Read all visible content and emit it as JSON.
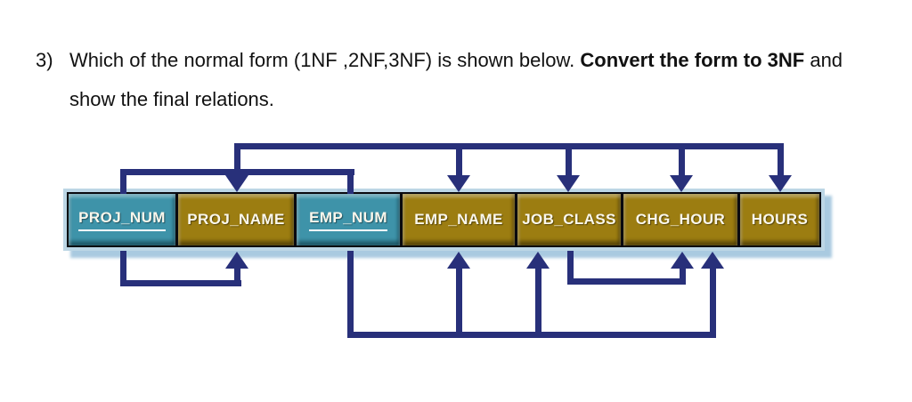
{
  "question": {
    "number": "3)",
    "line1_regular": "Which of the normal form (1NF ,2NF,3NF) is shown below. ",
    "line1_bold": "Convert the form to 3NF",
    "line1_tail": " and",
    "line2": "show the final relations."
  },
  "diagram": {
    "columns": [
      {
        "label": "PROJ_NUM",
        "is_key": true,
        "fill": "teal",
        "underlined": true
      },
      {
        "label": "PROJ_NAME",
        "is_key": false,
        "fill": "gold",
        "underlined": false
      },
      {
        "label": "EMP_NUM",
        "is_key": true,
        "fill": "teal",
        "underlined": true
      },
      {
        "label": "EMP_NAME",
        "is_key": false,
        "fill": "gold",
        "underlined": false
      },
      {
        "label": "JOB_CLASS",
        "is_key": false,
        "fill": "gold",
        "underlined": false
      },
      {
        "label": "CHG_HOUR",
        "is_key": false,
        "fill": "gold",
        "underlined": false
      },
      {
        "label": "HOURS",
        "is_key": false,
        "fill": "gold",
        "underlined": false
      }
    ],
    "dependencies": [
      {
        "from": [
          "PROJ_NUM",
          "EMP_NUM"
        ],
        "to": [
          "PROJ_NAME",
          "EMP_NAME",
          "JOB_CLASS",
          "CHG_HOUR",
          "HOURS"
        ],
        "position": "above"
      },
      {
        "from": [
          "PROJ_NUM"
        ],
        "to": [
          "PROJ_NAME"
        ],
        "position": "below"
      },
      {
        "from": [
          "EMP_NUM"
        ],
        "to": [
          "EMP_NAME",
          "JOB_CLASS",
          "CHG_HOUR"
        ],
        "position": "below"
      },
      {
        "from": [
          "JOB_CLASS"
        ],
        "to": [
          "CHG_HOUR"
        ],
        "position": "below"
      }
    ],
    "colors": {
      "key_cell": "#3e93a9",
      "attr_cell": "#9c7d11",
      "arrow": "#28307a",
      "frame": "#bcd6e5",
      "separator": "#0a0a0f",
      "label_text": "#faf7ec"
    }
  }
}
